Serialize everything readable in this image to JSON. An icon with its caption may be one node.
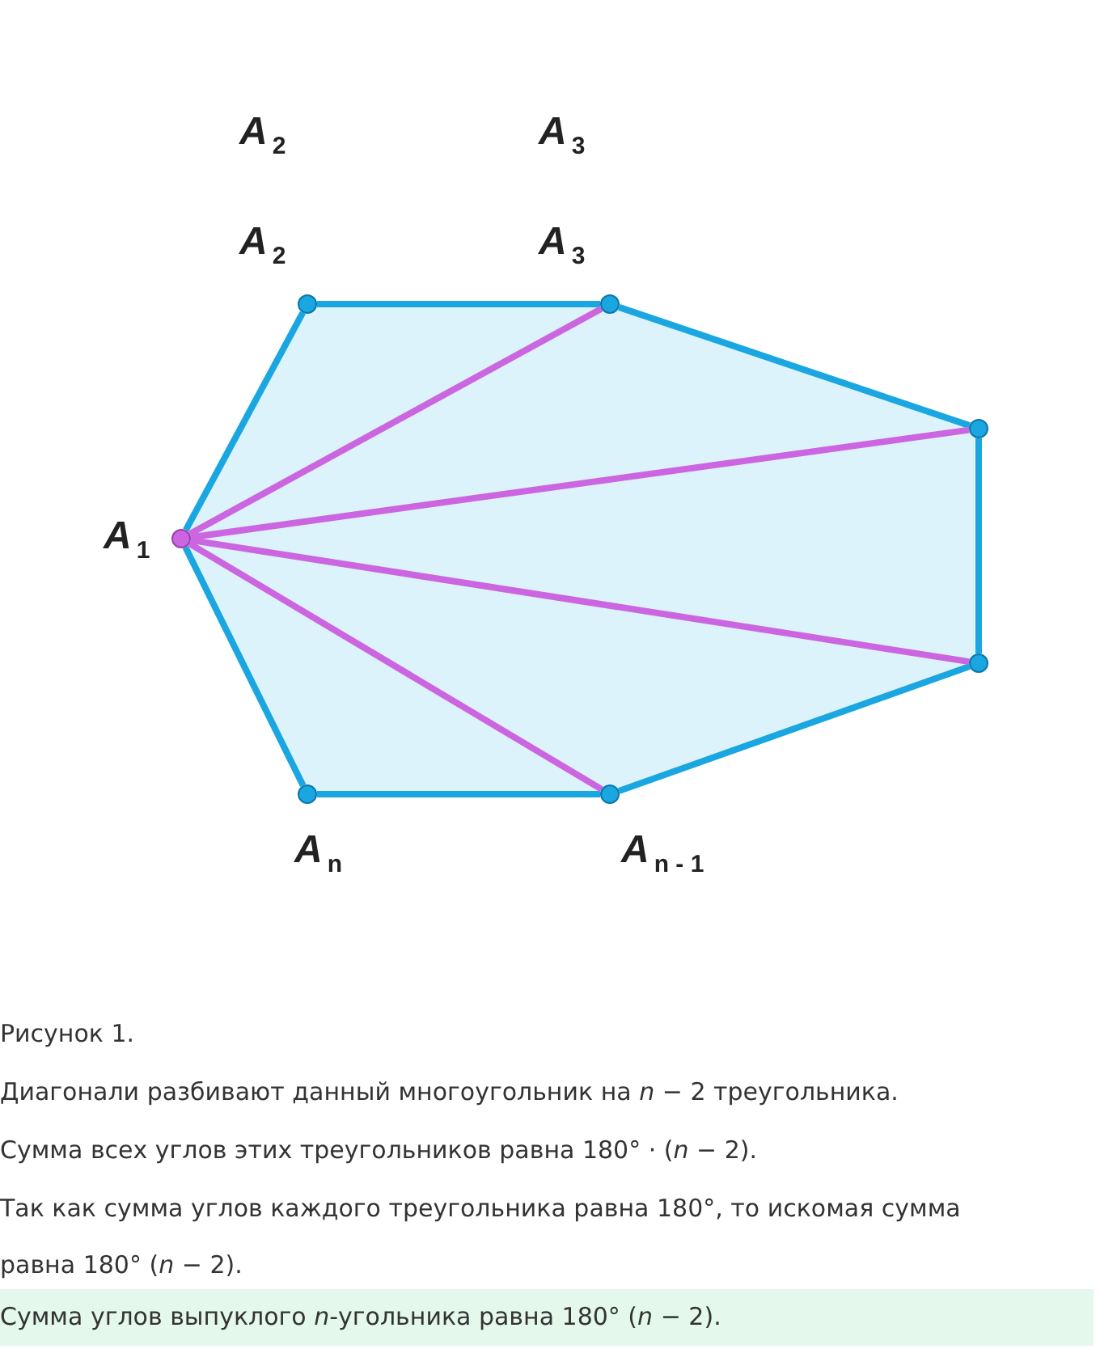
{
  "diagram": {
    "caption": "Рисунок 1.",
    "nodes": [
      {
        "text": [],
        "shape": "circle",
        "beside": [
          "A$_{1}$"
        ]
      },
      {
        "text": [],
        "shape": "circle",
        "beside": [
          "A$_{2}$"
        ]
      },
      {
        "text": [],
        "shape": "circle",
        "beside": [
          "A$_{3}$"
        ]
      },
      {
        "text": [],
        "shape": "circle"
      },
      {
        "text": [],
        "shape": "circle"
      },
      {
        "text": [],
        "shape": "circle",
        "beside": [
          "A$_{n - 1}$"
        ]
      },
      {
        "text": [],
        "shape": "circle",
        "beside": [
          "A$_{n}$"
        ]
      }
    ],
    "edges": [
      {
        "from": 0,
        "to": 1,
        "arrow": "none"
      },
      {
        "from": 1,
        "to": 2,
        "arrow": "none"
      },
      {
        "from": 2,
        "to": 3,
        "arrow": "none"
      },
      {
        "from": 3,
        "to": 4,
        "arrow": "none"
      },
      {
        "from": 4,
        "to": 5,
        "arrow": "none"
      },
      {
        "from": 5,
        "to": 6,
        "arrow": "none"
      },
      {
        "from": 6,
        "to": 0,
        "arrow": "none"
      },
      {
        "from": 0,
        "to": 2,
        "arrow": "none",
        "color": "#cc66e0"
      },
      {
        "from": 0,
        "to": 3,
        "arrow": "none",
        "color": "#cc66e0"
      },
      {
        "from": 0,
        "to": 4,
        "arrow": "none",
        "color": "#cc66e0"
      },
      {
        "from": 0,
        "to": 5,
        "arrow": "none",
        "color": "#cc66e0"
      }
    ],
    "labels": [
      "A$_{2}$",
      "A$_{3}$",
      "Диагонали разбивают данный многоугольник на *n* − 2 треугольника.",
      "Сумма всех углов этих треугольников равна 180° · (*n* − 2).",
      "Так как сумма углов каждого треугольника равна 180°, то искомая сумма равна 180° (*n* − 2).",
      "Сумма углов выпуклого *n*-угольника равна 180° (*n* − 2)."
    ]
  }
}
